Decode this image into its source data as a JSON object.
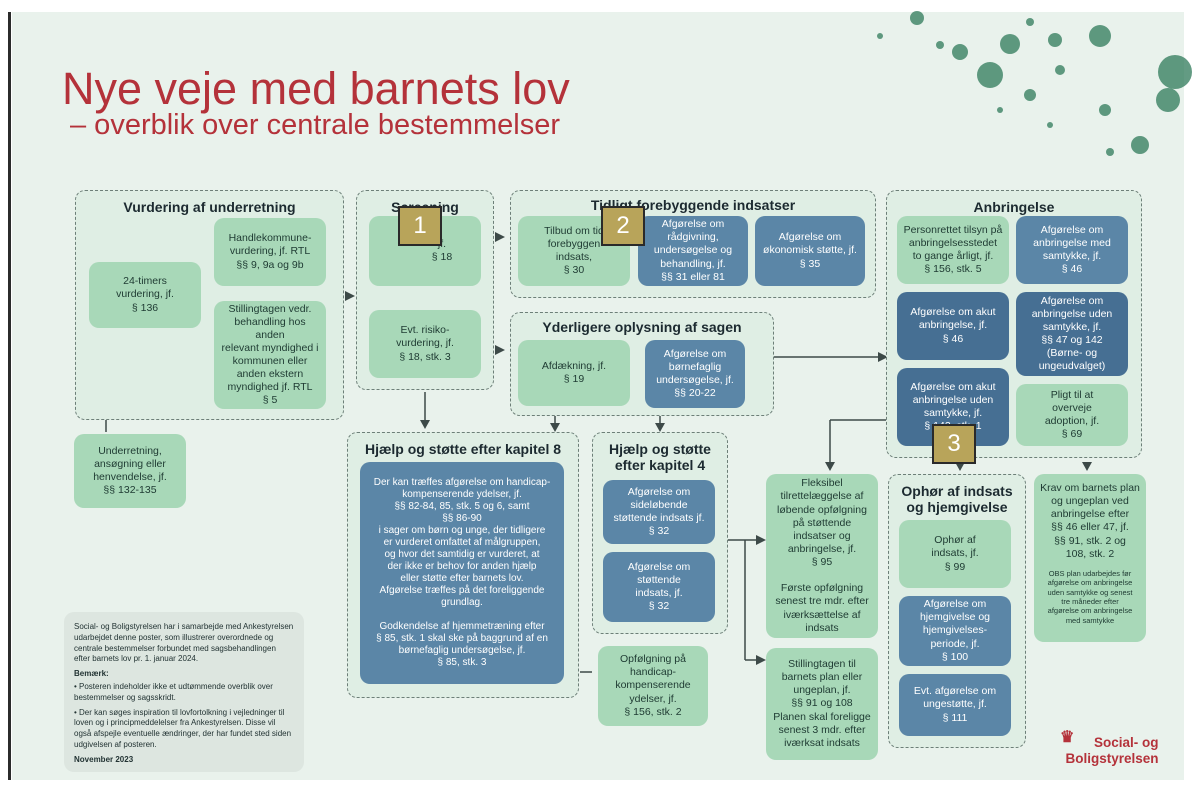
{
  "header": {
    "title": "Nye veje med barnets lov",
    "subtitle": "– overblik over centrale bestemmelser"
  },
  "groups": {
    "vurdering": {
      "title": "Vurdering af underretning",
      "box_24": "24-timers\nvurdering, jf.\n§ 136",
      "box_handle": "Handlekommune-\nvurdering, jf. RTL\n§§ 9, 9a og 9b",
      "box_stilling": "Stillingtagen vedr.\nbehandling hos anden\nrelevant myndighed i\nkommunen eller\nanden ekstern\nmyndighed jf. RTL\n§ 5"
    },
    "underretning": "Underretning,\nansøgning eller\nhenvendelse, jf.\n§§ 132-135",
    "screening": {
      "title": "Screening",
      "box_screen": "jf.\n§ 18",
      "box_risiko": "Evt. risiko-\nvurdering, jf.\n§ 18, stk. 3"
    },
    "tidligt": {
      "title": "Tidligt forebyggende indsatser",
      "box_tilbud": "Tilbud om tid\nforebyggen\nindsats,\n§ 30",
      "box_raad": "Afgørelse om\nrådgivning,\nundersøgelse og\nbehandling, jf.\n§§ 31 eller 81",
      "box_okon": "Afgørelse om\nøkonomisk støtte, jf.\n§ 35"
    },
    "yderligere": {
      "title": "Yderligere oplysning af sagen",
      "box_afd": "Afdækning, jf.\n§ 19",
      "box_bfu": "Afgørelse om\nbørnefaglig\nundersøgelse, jf.\n§§ 20-22"
    },
    "hjaelp8": {
      "title": "Hjælp og støtte efter kapitel 8",
      "box_text": "Der kan træffes afgørelse om handicap-\nkompenserende ydelser, jf.\n§§ 82-84, 85, stk. 5 og 6, samt\n§§ 86-90\ni sager om børn og unge, der tidligere\ner vurderet omfattet af målgruppen,\nog hvor det samtidig er vurderet, at\nder ikke er behov for anden hjælp\neller støtte efter barnets lov.\nAfgørelse træffes på det foreliggende\ngrundlag.\n\nGodkendelse af hjemmetræning efter\n§ 85, stk. 1 skal ske på baggrund af en\nbørnefaglig undersøgelse, jf.\n§ 85, stk. 3"
    },
    "opfolg_handicap": "Opfølgning på\nhandicap-\nkompenserende\nydelser, jf.\n§ 156, stk. 2",
    "hjaelp4": {
      "title": "Hjælp og støtte\nefter kapitel 4",
      "box_side": "Afgørelse om\nsideløbende\nstøttende indsats  jf.\n§ 32",
      "box_stot": "Afgørelse om\nstøttende\nindsats, jf.\n§ 32"
    },
    "fleksibel": "Fleksibel\ntilrettelæggelse af\nløbende opfølgning\npå støttende\nindsatser og\nanbringelse, jf.\n§ 95\n\nFørste opfølgning\nsenest tre mdr. efter\niværksættelse af\nindsats",
    "stillingtagen_plan": "Stillingtagen til\nbarnets plan eller\nungeplan, jf.\n§§ 91 og 108\nPlanen skal foreligge\nsenest 3 mdr. efter\niværksat indsats",
    "anbringelse": {
      "title": "Anbringelse",
      "box_tilsyn": "Personrettet tilsyn på\nanbringelsesstedet\nto gange årligt, jf.\n§ 156, stk. 5",
      "box_med": "Afgørelse om\nanbringelse med\nsamtykke, jf.\n§ 46",
      "box_akut": "Afgørelse om akut\nanbringelse, jf.\n§ 46",
      "box_uden": "Afgørelse om\nanbringelse uden\nsamtykke, jf.\n§§ 47 og 142\n(Børne- og\nungeudvalget)",
      "box_akut_uden": "Afgørelse om akut\nanbringelse uden\nsamtykke, jf.\n§ 142, stk. 1",
      "box_adopt": "Pligt til at\noverveje\nadoption, jf.\n§ 69"
    },
    "ophoer": {
      "title": "Ophør af indsats\nog hjemgivelse",
      "box_oph": "Ophør af\nindsats, jf.\n§ 99",
      "box_hjem": "Afgørelse om\nhjemgivelse og\nhjemgivelses-\nperiode, jf.\n§ 100",
      "box_unge": "Evt. afgørelse om\nungestøtte, jf.\n§ 111"
    },
    "krav": "Krav om barnets plan\nog ungeplan ved\nanbringelse efter\n§§ 46 eller 47, jf.\n§§ 91, stk. 2 og\n108, stk. 2",
    "krav_note": "OBS plan udarbejdes før\nafgørelse om anbringelse\nuden samtykke og senest\ntre måneder efter\nafgørelse om anbringelse\nmed samtykke"
  },
  "badges": [
    "1",
    "2",
    "3"
  ],
  "info": {
    "intro": "Social- og Boligstyrelsen har i samarbejde med Ankestyrelsen udarbejdet denne poster, som illustrerer overordnede og centrale bestemmelser forbundet med sagsbehandlingen efter barnets lov pr. 1. januar 2024.",
    "note_heading": "Bemærk:",
    "note1": "• Posteren indeholder ikke et udtømmende overblik over bestemmelser og sagsskridt.",
    "note2": "• Der kan søges inspiration til lovfortolkning i vejledninger til loven og i principmeddelelser fra Ankestyrelsen. Disse vil også afspejle eventuelle ændringer, der har fundet sted siden udgivelsen af posteren.",
    "date": "November 2023"
  },
  "logo": {
    "line1": "Social- og",
    "line2": "Boligstyrelsen"
  },
  "colors": {
    "title_red": "#b4323a",
    "green_box": "#a8d8b8",
    "blue_box": "#5b86a7",
    "background": "#e9f2ec",
    "badge": "#b8a45a"
  }
}
